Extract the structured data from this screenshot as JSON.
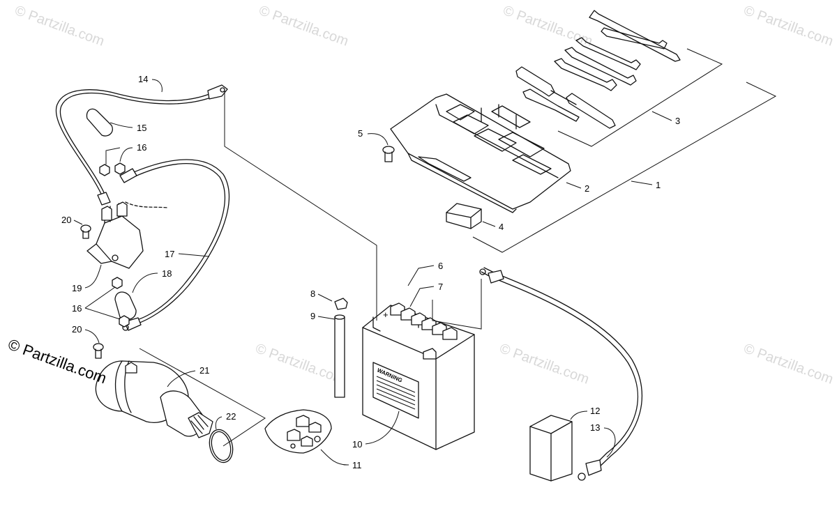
{
  "watermark": {
    "text": "© Partzilla.com",
    "brand_text": "© Partzilla.com"
  },
  "battery": {
    "warning_label": "WARNING",
    "polarity": "+"
  },
  "callouts": [
    "1",
    "2",
    "3",
    "4",
    "5",
    "6",
    "7",
    "8",
    "9",
    "10",
    "11",
    "12",
    "13",
    "14",
    "15",
    "16",
    "16",
    "17",
    "18",
    "19",
    "20",
    "20",
    "21",
    "22"
  ]
}
